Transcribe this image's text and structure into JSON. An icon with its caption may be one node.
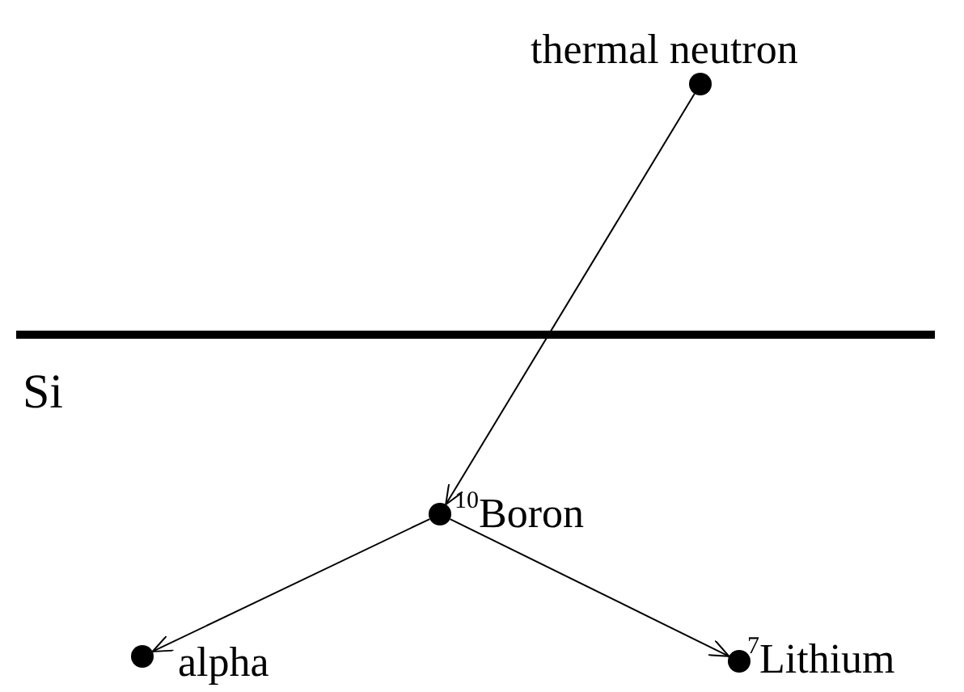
{
  "diagram": {
    "nodes": [
      {
        "text": [],
        "shape": "circle",
        "beside": [
          "thermal neutron"
        ]
      },
      {
        "text": [],
        "shape": "circle",
        "beside": [
          "$^{10}$Boron"
        ]
      },
      {
        "text": [],
        "shape": "circle",
        "beside": [
          "alpha"
        ]
      },
      {
        "text": [],
        "shape": "circle",
        "beside": [
          "$^{7}$Lithium"
        ]
      }
    ],
    "edges": [
      {
        "from": 0,
        "to": 1,
        "arrow": "to"
      },
      {
        "from": 1,
        "to": 2,
        "arrow": "to"
      },
      {
        "from": 1,
        "to": 3,
        "arrow": "to"
      }
    ],
    "labels": [
      "Si"
    ]
  }
}
